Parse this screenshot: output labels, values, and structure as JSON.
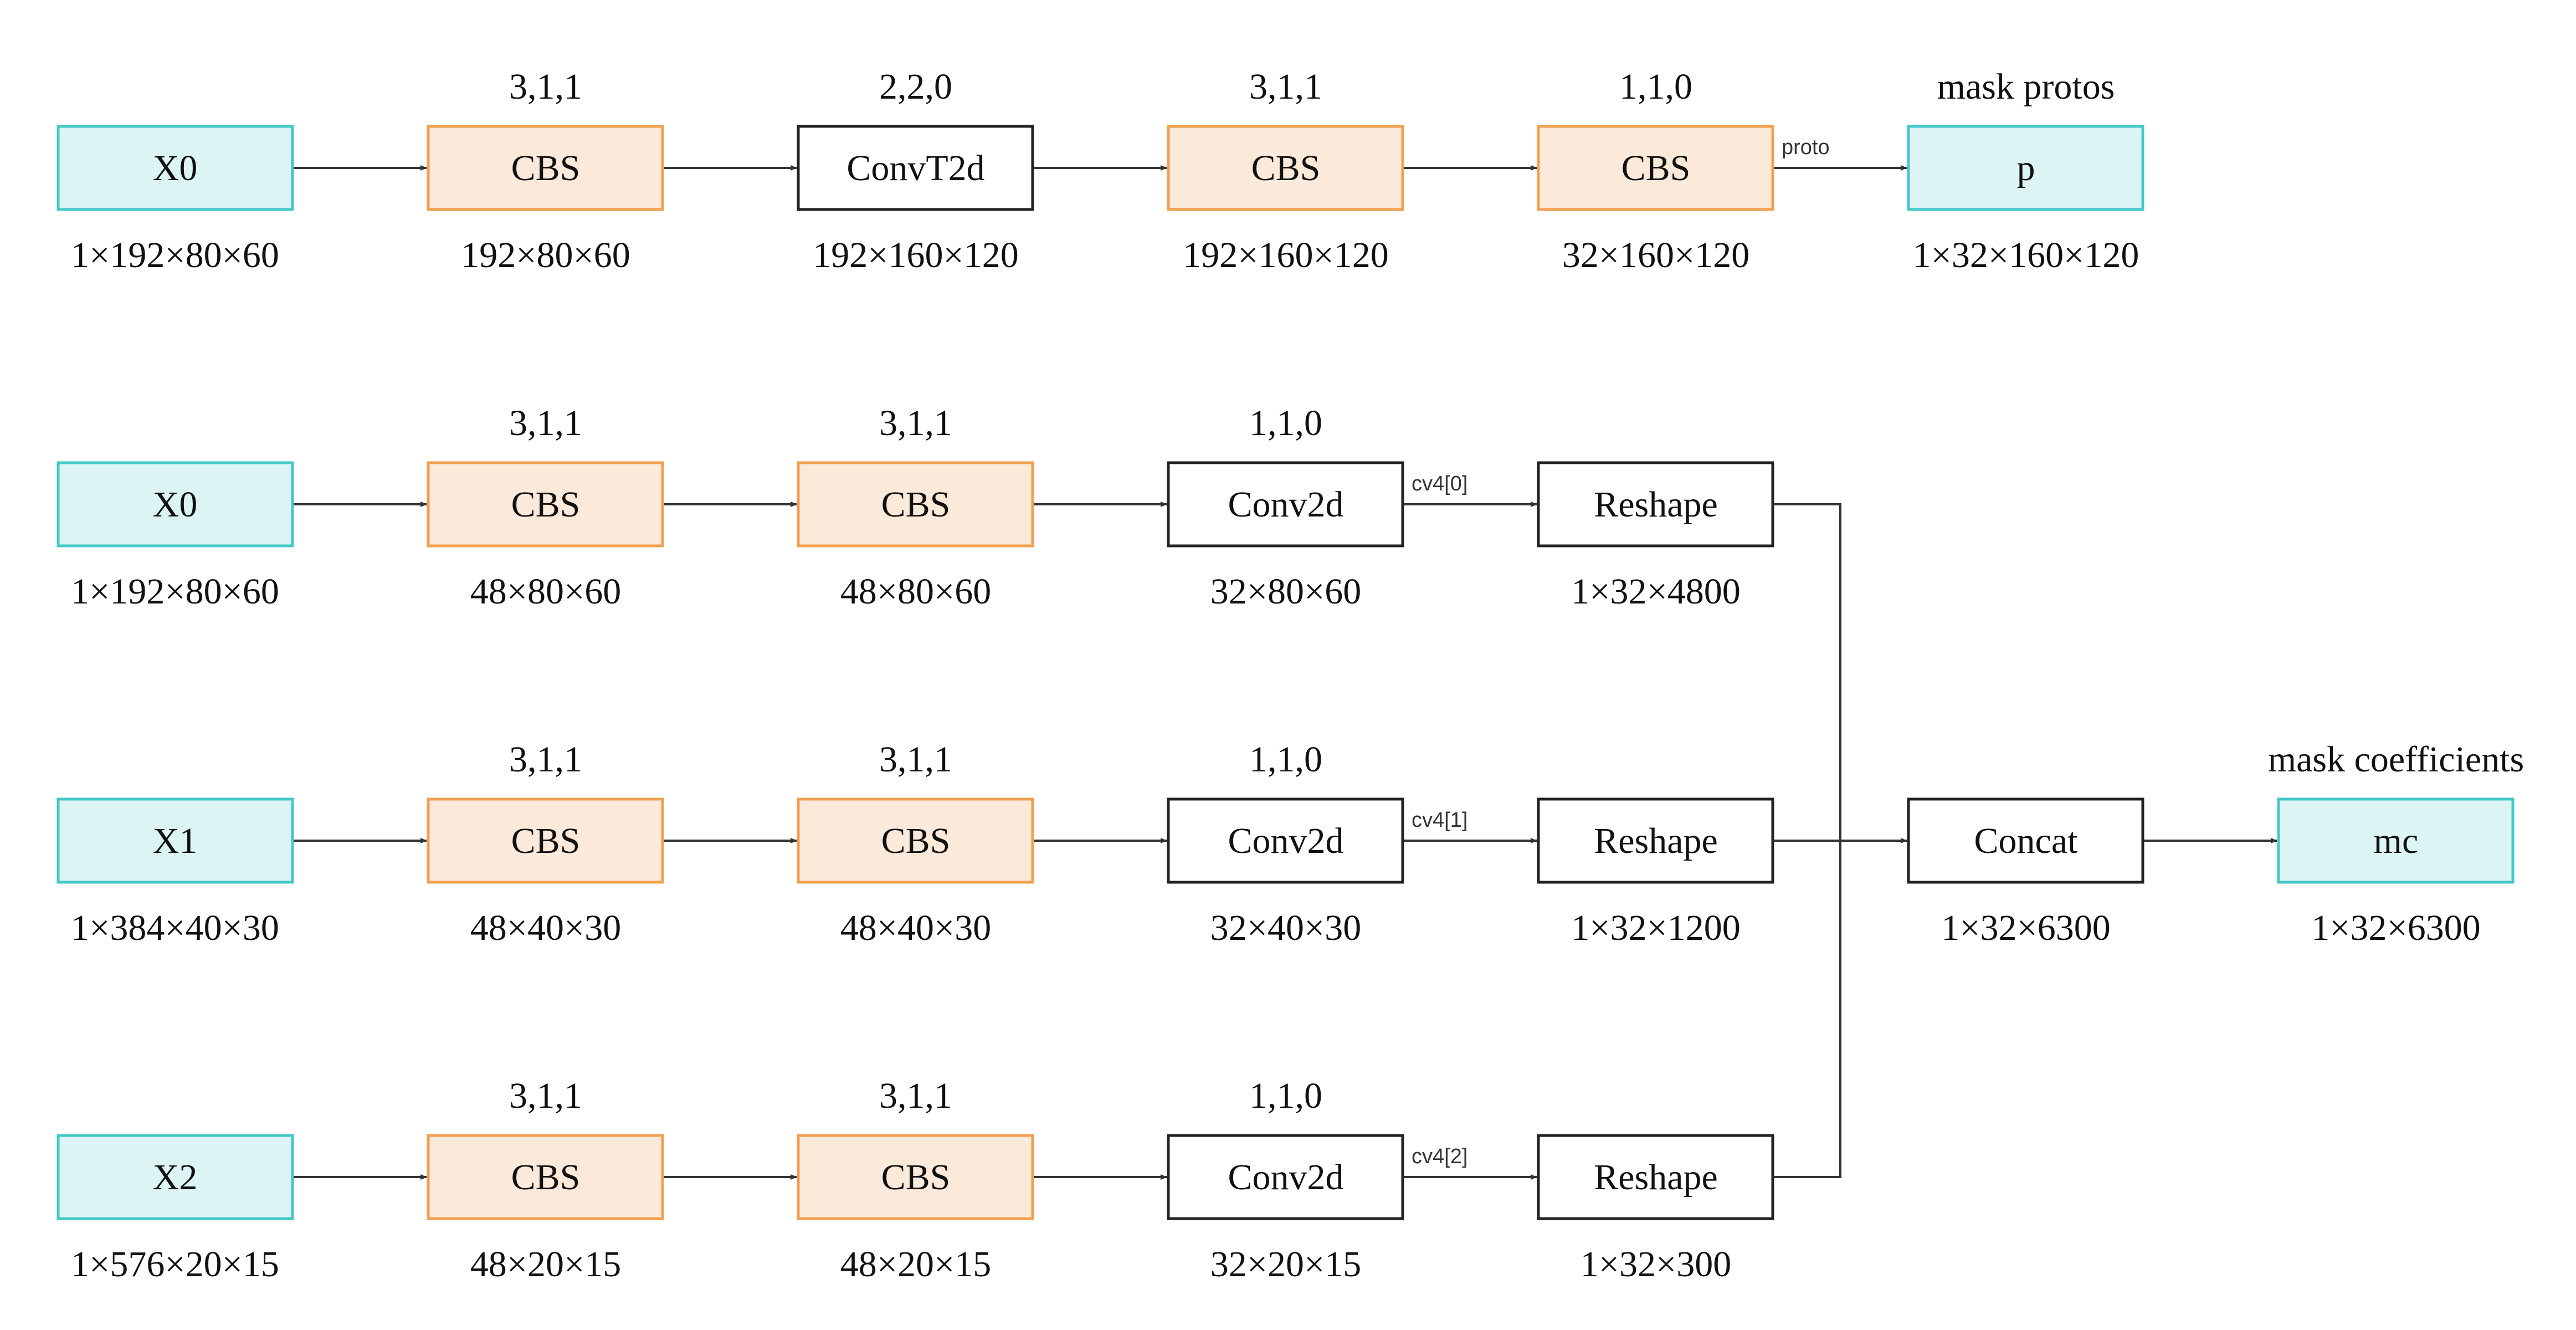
{
  "colors": {
    "io_fill": "#dcf4f4",
    "io_stroke": "#45c7c8",
    "cbs_fill": "#fbe9da",
    "cbs_stroke": "#f0a050",
    "plain_fill": "#ffffff",
    "plain_stroke": "#222222",
    "arrow": "#333333"
  },
  "nodes": {
    "p_x0": {
      "label": "X0",
      "top": "",
      "bottom": "1×192×80×60"
    },
    "p_cbs1": {
      "label": "CBS",
      "top": "3,1,1",
      "bottom": "192×80×60"
    },
    "p_convt": {
      "label": "ConvT2d",
      "top": "2,2,0",
      "bottom": "192×160×120"
    },
    "p_cbs2": {
      "label": "CBS",
      "top": "3,1,1",
      "bottom": "192×160×120"
    },
    "p_cbs3": {
      "label": "CBS",
      "top": "1,1,0",
      "bottom": "32×160×120"
    },
    "p_out": {
      "label": "p",
      "top": "mask protos",
      "bottom": "1×32×160×120"
    },
    "a_x0": {
      "label": "X0",
      "top": "",
      "bottom": "1×192×80×60"
    },
    "a_cbs1": {
      "label": "CBS",
      "top": "3,1,1",
      "bottom": "48×80×60"
    },
    "a_cbs2": {
      "label": "CBS",
      "top": "3,1,1",
      "bottom": "48×80×60"
    },
    "a_conv": {
      "label": "Conv2d",
      "top": "1,1,0",
      "bottom": "32×80×60"
    },
    "a_reshape": {
      "label": "Reshape",
      "top": "",
      "bottom": "1×32×4800"
    },
    "b_x1": {
      "label": "X1",
      "top": "",
      "bottom": "1×384×40×30"
    },
    "b_cbs1": {
      "label": "CBS",
      "top": "3,1,1",
      "bottom": "48×40×30"
    },
    "b_cbs2": {
      "label": "CBS",
      "top": "3,1,1",
      "bottom": "48×40×30"
    },
    "b_conv": {
      "label": "Conv2d",
      "top": "1,1,0",
      "bottom": "32×40×30"
    },
    "b_reshape": {
      "label": "Reshape",
      "top": "",
      "bottom": "1×32×1200"
    },
    "c_x2": {
      "label": "X2",
      "top": "",
      "bottom": "1×576×20×15"
    },
    "c_cbs1": {
      "label": "CBS",
      "top": "3,1,1",
      "bottom": "48×20×15"
    },
    "c_cbs2": {
      "label": "CBS",
      "top": "3,1,1",
      "bottom": "48×20×15"
    },
    "c_conv": {
      "label": "Conv2d",
      "top": "1,1,0",
      "bottom": "32×20×15"
    },
    "c_reshape": {
      "label": "Reshape",
      "top": "",
      "bottom": "1×32×300"
    },
    "concat": {
      "label": "Concat",
      "top": "",
      "bottom": "1×32×6300"
    },
    "mc": {
      "label": "mc",
      "top": "mask coefficients",
      "bottom": "1×32×6300"
    }
  },
  "edges": {
    "proto": "proto",
    "cv4_0": "cv4[0]",
    "cv4_1": "cv4[1]",
    "cv4_2": "cv4[2]"
  }
}
